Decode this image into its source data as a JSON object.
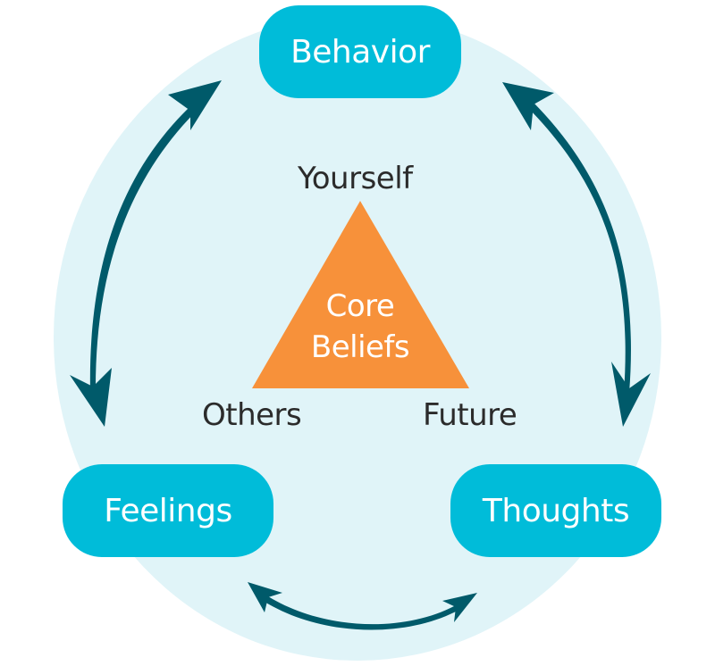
{
  "title": "Cognitive Triangle / Core Beliefs Cycle",
  "colors": {
    "background_circle": "#e0f4f8",
    "pill": "#00bcd9",
    "pill_text": "#ffffff",
    "triangle": "#f7913a",
    "arrow": "#005a6a",
    "label_text": "#2b2b2b"
  },
  "nodes": {
    "behavior": "Behavior",
    "feelings": "Feelings",
    "thoughts": "Thoughts"
  },
  "triangle": {
    "center_line1": "Core",
    "center_line2": "Beliefs",
    "top_label": "Yourself",
    "left_label": "Others",
    "right_label": "Future"
  },
  "connections": [
    {
      "from": "Behavior",
      "to": "Feelings",
      "bidirectional": true
    },
    {
      "from": "Behavior",
      "to": "Thoughts",
      "bidirectional": true
    },
    {
      "from": "Feelings",
      "to": "Thoughts",
      "bidirectional": true
    }
  ]
}
